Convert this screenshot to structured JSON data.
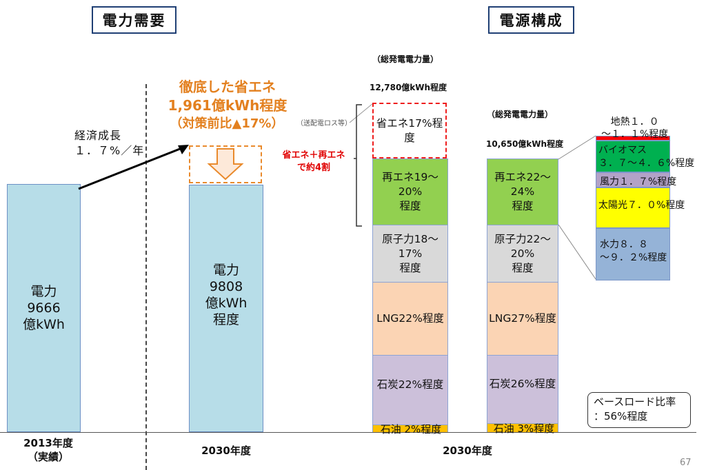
{
  "left": {
    "title": "電力需要",
    "growth_label": "経済成長\n１．７%／年",
    "bar_2013_text": "電力\n9666\n億kWh",
    "bar_2030_text": "電力\n9808\n億kWh\n程度",
    "saving_title": "徹底した省エネ",
    "saving_amount": "1,961億kWh程度",
    "saving_ratio": "（対策前比▲17%）",
    "year_2013": "2013年度\n（実績）",
    "year_2030": "2030年度"
  },
  "right": {
    "title": "電源構成",
    "total_label_1": "（総発電電力量）",
    "total_value_1": "12,780億kWh程度",
    "total_label_2": "（総発電電力量）",
    "total_value_2": "10,650億kWh程度",
    "transmission_loss": "（送配電ロス等）",
    "red_note": "省エネ＋再エネ\nで約4割",
    "year_label": "2030年度",
    "baseload": "ベースロード比率\n：56%程度",
    "page_number": "67"
  },
  "colors": {
    "demand_bar": "#b7dde8",
    "saving": "#e98a2c",
    "renewable": "#92d050",
    "nuclear": "#d9d9d9",
    "lng": "#fbd4b4",
    "coal": "#ccc0da",
    "oil": "#ffc000",
    "geothermal": "#ff0000",
    "biomass": "#00b050",
    "wind": "#b3a2c7",
    "solar": "#ffff00",
    "hydro": "#95b3d7"
  },
  "chart_data": [
    {
      "type": "bar",
      "title": "電力需要",
      "categories": [
        "2013年度（実績）",
        "2030年度"
      ],
      "values": [
        9666,
        9808
      ],
      "unit": "億kWh",
      "annotations": [
        "経済成長 １．７%／年",
        "徹底した省エネ 1,961億kWh程度（対策前比▲17%）"
      ]
    },
    {
      "type": "bar",
      "title": "電源構成",
      "stacked": true,
      "categories": [
        "2030年度（総発電電力量 12,780億kWh程度）",
        "2030年度（総発電電力量 10,650億kWh程度）"
      ],
      "series": [
        {
          "name": "石油",
          "labels": [
            "2%程度",
            "3%程度"
          ],
          "values": [
            2,
            3
          ]
        },
        {
          "name": "石炭",
          "labels": [
            "22%程度",
            "26%程度"
          ],
          "values": [
            22,
            26
          ]
        },
        {
          "name": "LNG",
          "labels": [
            "22%程度",
            "27%程度"
          ],
          "values": [
            22,
            27
          ]
        },
        {
          "name": "原子力",
          "labels": [
            "18～17%程度",
            "22～20%程度"
          ],
          "values": [
            17.5,
            21
          ]
        },
        {
          "name": "再エネ",
          "labels": [
            "19～20%程度",
            "22～24%程度"
          ],
          "values": [
            19.5,
            23
          ]
        },
        {
          "name": "省エネ",
          "labels": [
            "17%程度",
            ""
          ],
          "values": [
            17,
            0
          ]
        }
      ],
      "segment_text": {
        "bar1": [
          "省エネ17%程度",
          "再エネ19～20%\n程度",
          "原子力18～17%\n程度",
          "LNG22%程度",
          "石炭22%程度",
          "石油 2%程度"
        ],
        "bar2": [
          "再エネ22～24%\n程度",
          "原子力22～20%\n程度",
          "LNG27%程度",
          "石炭26%程度",
          "石油 3%程度"
        ]
      }
    },
    {
      "type": "bar",
      "title": "再エネ内訳",
      "stacked": true,
      "categories": [
        "再エネ22～24%"
      ],
      "series": [
        {
          "name": "地熱",
          "label": "地熱１．０\n～１．１%程度",
          "values": [
            1.05
          ]
        },
        {
          "name": "バイオマス",
          "label": "バイオマス\n３．７～４．６%程度",
          "values": [
            4.15
          ]
        },
        {
          "name": "風力",
          "label": "風力１．７%程度",
          "values": [
            1.7
          ]
        },
        {
          "name": "太陽光",
          "label": "太陽光７．０%程度",
          "values": [
            7.0
          ]
        },
        {
          "name": "水力",
          "label": "水力８．８\n～９．２%程度",
          "values": [
            9.0
          ]
        }
      ]
    }
  ]
}
